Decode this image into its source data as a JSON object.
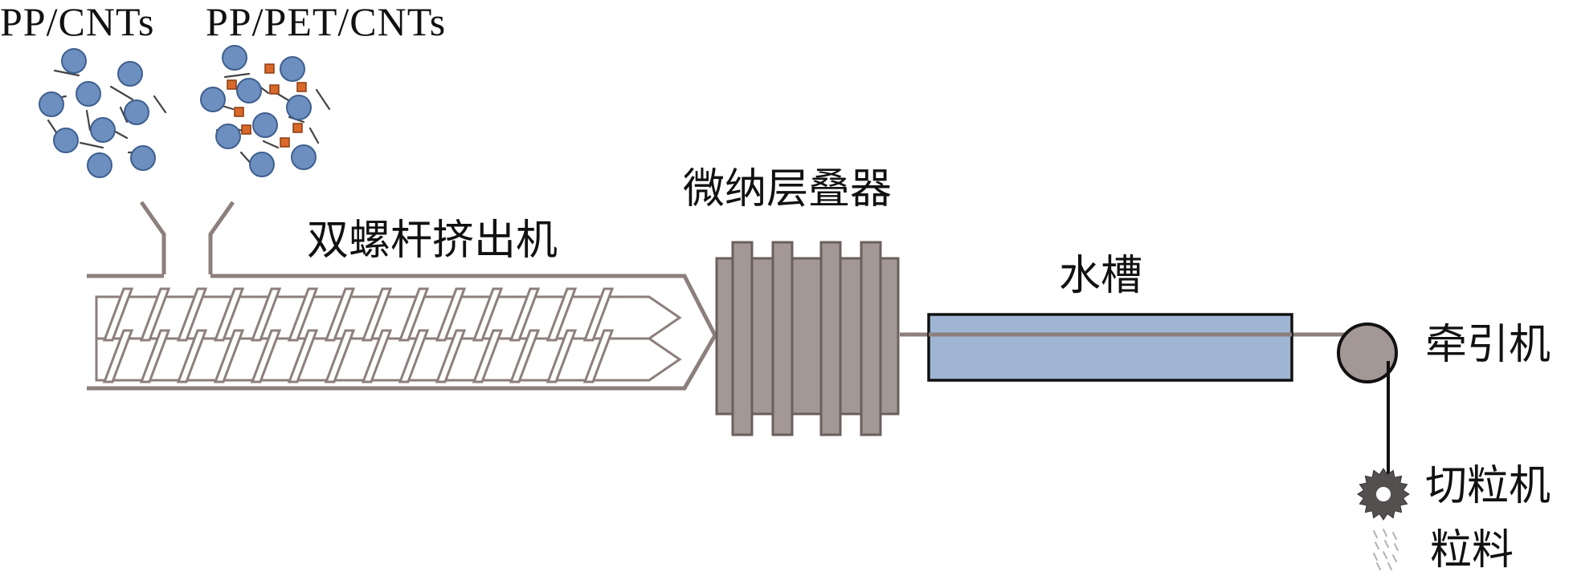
{
  "labels": {
    "material_a": "PP/CNTs",
    "material_b": "PP/PET/CNTs",
    "extruder": "双螺杆挤出机",
    "multiplier": "微纳层叠器",
    "water_tank": "水槽",
    "haul_off": "牵引机",
    "pelletizer": "切粒机",
    "pellets": "粒料"
  },
  "colors": {
    "pp_particle": "#6d8fbf",
    "pet_particle": "#d9692a",
    "cnt_line": "#444444",
    "extruder_wall": "#8c7f7c",
    "screw_outline": "#8c7f7c",
    "multiplier_fill": "#a39896",
    "water_tank_fill": "#9fb5d3",
    "haul_off_fill": "#a39896",
    "pelletizer_fill": "#555050"
  }
}
